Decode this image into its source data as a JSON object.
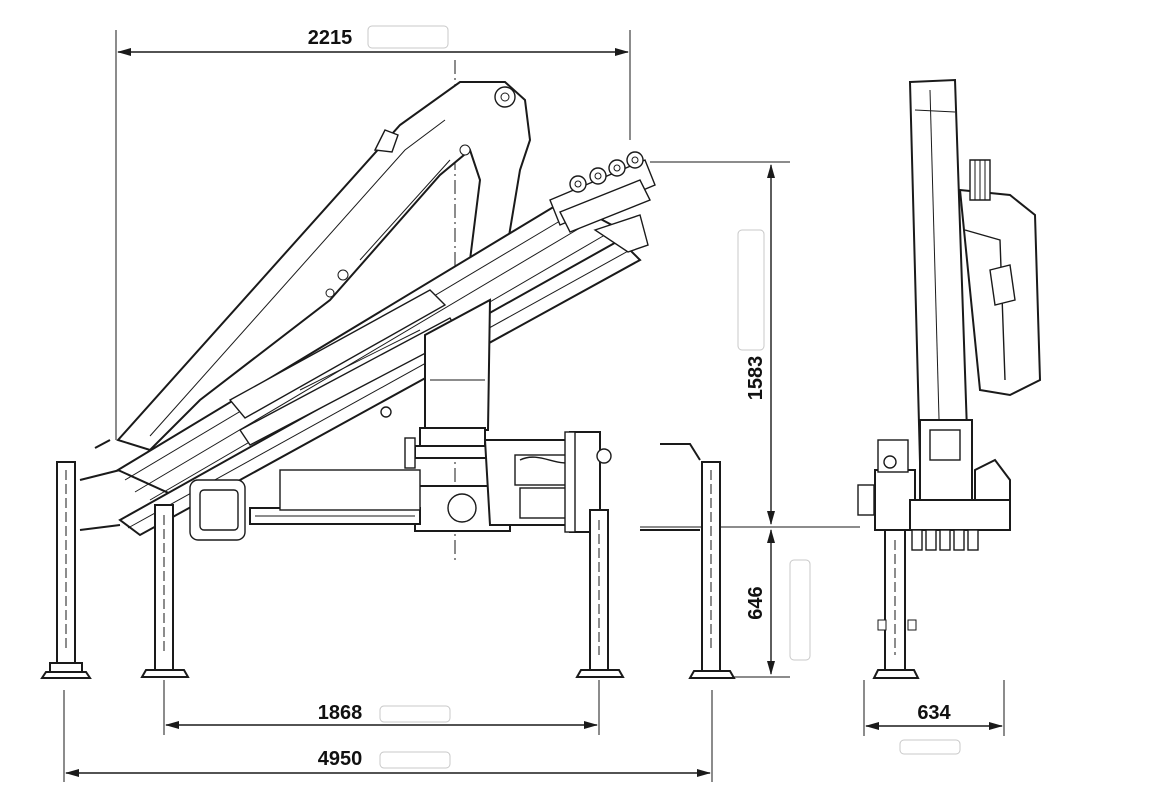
{
  "drawing": {
    "description_hidden": "",
    "dimensions": {
      "overall_top_width": "2215",
      "boom_height": "1583",
      "base_height": "646",
      "inner_leg_spread": "1868",
      "outer_leg_spread": "4950",
      "side_width": "634"
    }
  },
  "colors": {
    "line": "#1a1a1a",
    "background": "#ffffff"
  }
}
